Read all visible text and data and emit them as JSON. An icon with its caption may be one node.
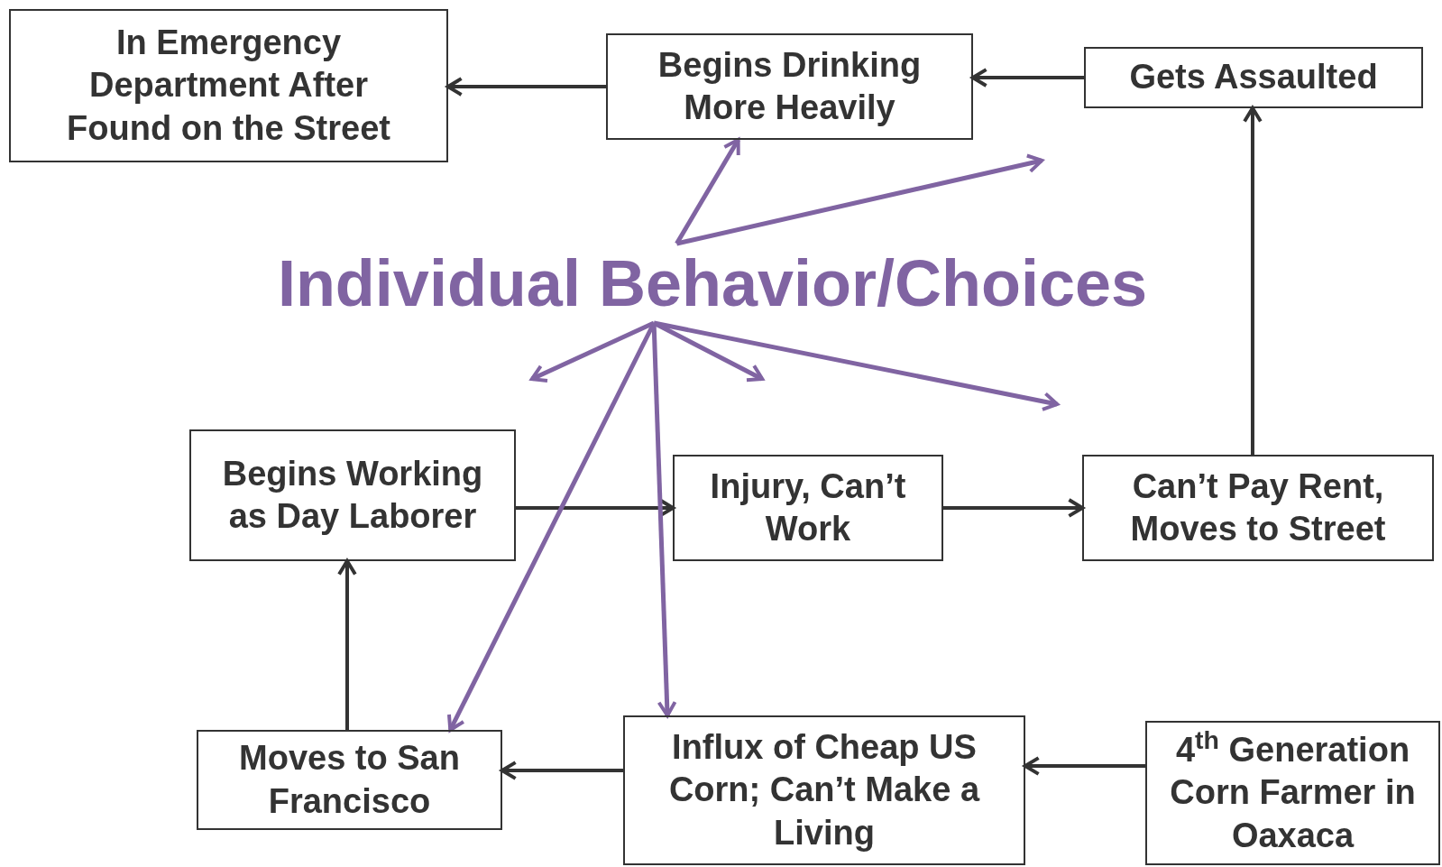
{
  "diagram": {
    "nodes": [
      {
        "text": [
          "In Emergency Department After Found on the Street"
        ]
      },
      {
        "text": [
          "Begins Drinking More Heavily"
        ]
      },
      {
        "text": [
          "Gets Assaulted"
        ]
      },
      {
        "text": [
          "Individual Behavior/Choices"
        ]
      },
      {
        "text": [
          "Begins Working as Day Laborer"
        ]
      },
      {
        "text": [
          "Injury, Can’t Work"
        ]
      },
      {
        "text": [
          "Can’t Pay Rent, Moves to Street"
        ]
      },
      {
        "text": [
          "Moves to San Francisco"
        ]
      },
      {
        "text": [
          "Influx of Cheap US Corn; Can’t Make a Living"
        ]
      },
      {
        "text": [
          "4$^{th}$ Generation Corn Farmer in Oaxaca"
        ]
      }
    ],
    "edges": [
      {
        "from": 1,
        "to": 0,
        "arrow": "to"
      },
      {
        "from": 2,
        "to": 1,
        "arrow": "to"
      },
      {
        "from": 6,
        "to": 2,
        "arrow": "to"
      },
      {
        "from": 4,
        "to": 5,
        "arrow": "to"
      },
      {
        "from": 5,
        "to": 6,
        "arrow": "to"
      },
      {
        "from": 7,
        "to": 4,
        "arrow": "to"
      },
      {
        "from": 8,
        "to": 7,
        "arrow": "to"
      },
      {
        "from": 9,
        "to": 8,
        "arrow": "to"
      },
      {
        "from": 3,
        "to": 1,
        "arrow": "to",
        "color": "#8064a2"
      },
      {
        "from": 3,
        "to": null,
        "arrow": "to",
        "color": "#8064a2"
      },
      {
        "from": 3,
        "to": null,
        "arrow": "to",
        "color": "#8064a2"
      },
      {
        "from": 3,
        "to": null,
        "arrow": "to",
        "color": "#8064a2"
      },
      {
        "from": 3,
        "to": null,
        "arrow": "to",
        "color": "#8064a2"
      },
      {
        "from": 3,
        "to": 7,
        "arrow": "to",
        "color": "#8064a2"
      },
      {
        "from": 3,
        "to": 8,
        "arrow": "to",
        "color": "#8064a2"
      }
    ]
  }
}
